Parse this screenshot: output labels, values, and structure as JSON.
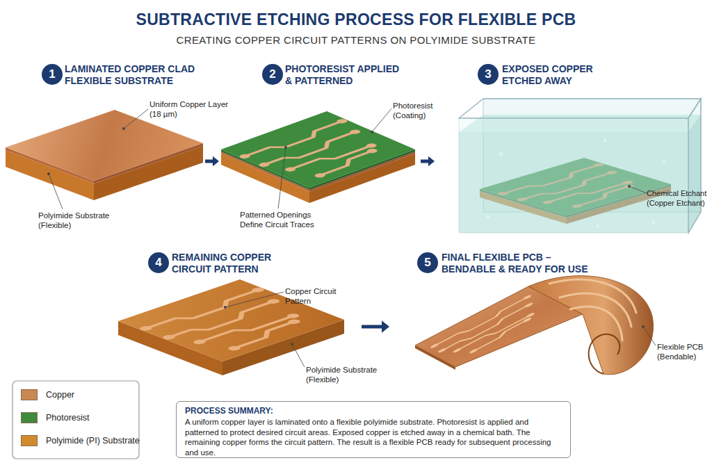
{
  "diagram": {
    "title": "SUBTRACTIVE ETCHING PROCESS FOR FLEXIBLE PCB",
    "nodes": [
      {
        "text": [
          "1",
          "LAMINATED COPPER CLAD FLEXIBLE SUBSTRATE"
        ]
      },
      {
        "text": [
          "2",
          "PHOTORESIST APPLIED & PATTERNED"
        ]
      },
      {
        "text": [
          "3",
          "EXPOSED COPPER ETCHED AWAY"
        ]
      },
      {
        "text": [
          "4",
          "REMAINING COPPER CIRCUIT PATTERN"
        ]
      },
      {
        "text": [
          "5",
          "FINAL FLEXIBLE PCB – BENDABLE & READY FOR USE"
        ]
      },
      {
        "text": [
          "PROCESS SUMMARY:",
          "A uniform copper layer is laminated onto a flexible polyimide substrate. Photoresist is applied and patterned to protect desired circuit areas. Exposed copper is etched away in a chemical bath. The remaining copper forms the circuit pattern. The result is a flexible PCB ready for subsequent processing and use."
        ]
      }
    ],
    "edges": [
      {
        "from": 0,
        "to": 1,
        "arrow": "to"
      },
      {
        "from": 1,
        "to": 2,
        "arrow": "to"
      },
      {
        "from": 3,
        "to": 4,
        "arrow": "to"
      }
    ],
    "labels": [
      "CREATING COPPER CIRCUIT PATTERNS ON POLYIMIDE SUBSTRATE",
      "Uniform Copper Layer (18 µm)",
      "Polyimide Substrate (Flexible)",
      "Photoresist (Coating)",
      "Patterned Openings Define Circuit Traces",
      "Chemical Etchant (Copper Etchant)",
      "Copper Circuit Pattern",
      "Polyimide Substrate (Flexible)",
      "Flexible PCB (Bendable)"
    ],
    "legend": [
      {
        "text": "Copper",
        "color": "#c98752"
      },
      {
        "text": "Photoresist",
        "color": "#3e8b3e"
      },
      {
        "text": "Polyimide (PI) Substrate",
        "color": "#d18b2c"
      }
    ]
  }
}
